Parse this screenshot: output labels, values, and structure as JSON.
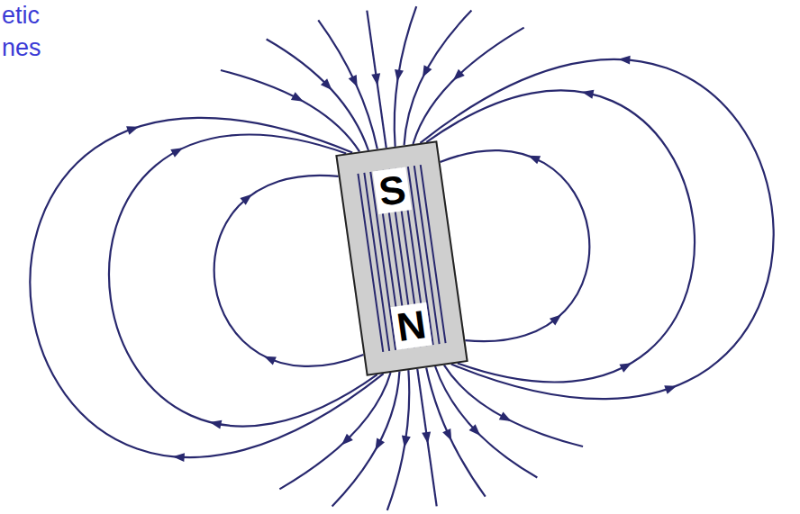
{
  "diagram": {
    "nodes": [
      {
        "text": [
          "S",
          "N"
        ]
      }
    ],
    "labels": [
      "etic",
      "nes"
    ]
  }
}
